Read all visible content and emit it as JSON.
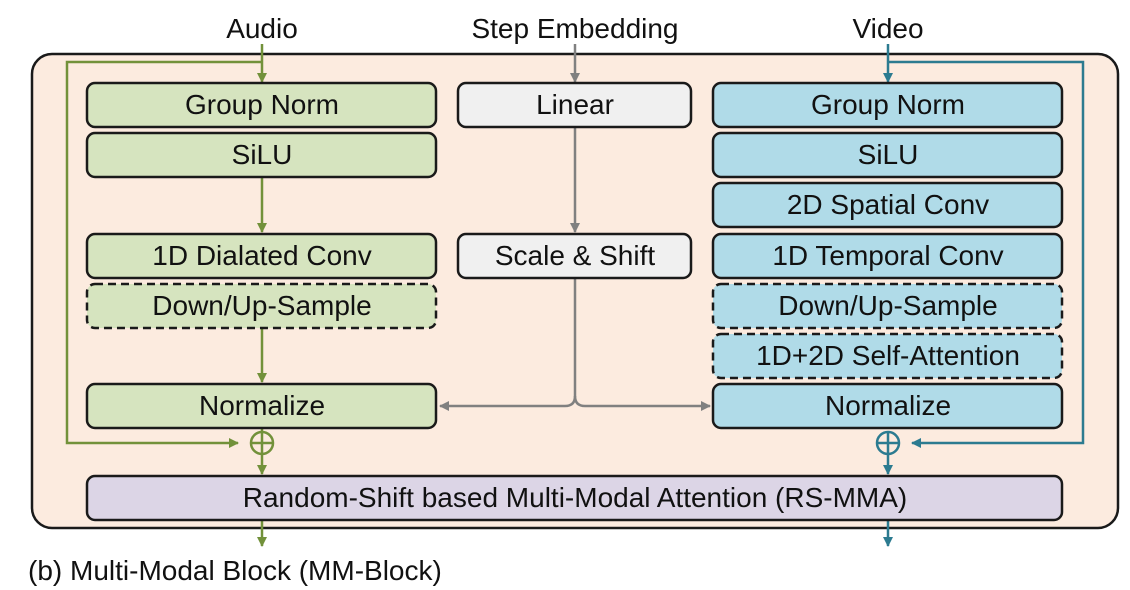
{
  "inputs": {
    "audio": "Audio",
    "step": "Step Embedding",
    "video": "Video"
  },
  "audio_blocks": [
    {
      "label": "Group Norm",
      "dashed": false
    },
    {
      "label": "SiLU",
      "dashed": false
    },
    {
      "label": "1D Dialated Conv",
      "dashed": false
    },
    {
      "label": "Down/Up-Sample",
      "dashed": true
    },
    {
      "label": "Normalize",
      "dashed": false
    }
  ],
  "step_blocks": [
    {
      "label": "Linear"
    },
    {
      "label": "Scale & Shift"
    }
  ],
  "video_blocks": [
    {
      "label": "Group Norm",
      "dashed": false
    },
    {
      "label": "SiLU",
      "dashed": false
    },
    {
      "label": "2D Spatial Conv",
      "dashed": false
    },
    {
      "label": "1D Temporal Conv",
      "dashed": false
    },
    {
      "label": "Down/Up-Sample",
      "dashed": true
    },
    {
      "label": "1D+2D Self-Attention",
      "dashed": true
    },
    {
      "label": "Normalize",
      "dashed": false
    }
  ],
  "attention_block": "Random-Shift based Multi-Modal Attention (RS-MMA)",
  "caption": "(b) Multi-Modal Block (MM-Block)",
  "colors": {
    "background_panel": "#fcebdf",
    "audio_fill": "#d6e4bf",
    "audio_arrow": "#72913a",
    "video_fill": "#b0dbe8",
    "video_arrow": "#2c7b90",
    "step_fill": "#f0f0f0",
    "step_arrow": "#808080",
    "attention_fill": "#dcd5e6",
    "outline": "#1a1a1a"
  }
}
